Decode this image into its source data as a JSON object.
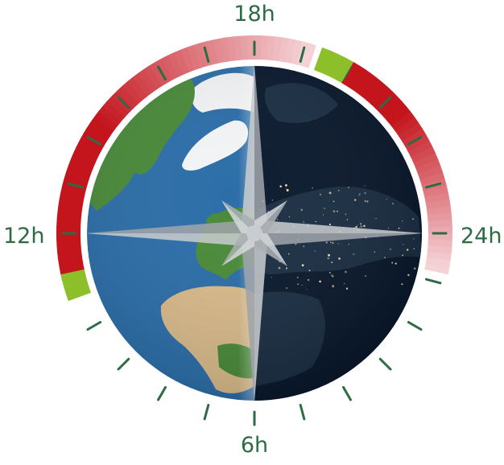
{
  "hour_labels": {
    "top": "18h",
    "left": "12h",
    "right": "24h",
    "bottom": "6h"
  },
  "colors": {
    "tick": "#2e6b45",
    "label": "#2e6b45",
    "ring_red": "#c4141c",
    "ring_pale": "#f4d2d6",
    "green_marker": "#8cbf2a",
    "ocean_day": "#2c6ea8",
    "ocean_night": "#0b1a2e",
    "land_day": "#4a8a3a",
    "desert": "#d8b98a",
    "ice": "#f2f4f6",
    "compass": "#b4b8bc"
  },
  "icons": [
    "globe-icon",
    "compass-rose-icon"
  ]
}
